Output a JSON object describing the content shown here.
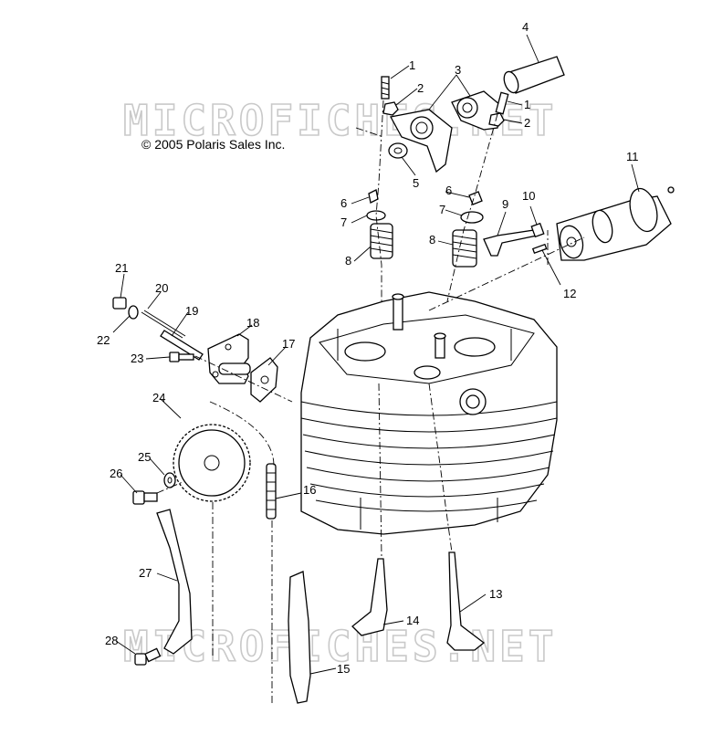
{
  "copyright": "© 2005 Polaris Sales Inc.",
  "watermark": "MICROFICHES.NET",
  "callouts": {
    "c1a": "1",
    "c1b": "1",
    "c2a": "2",
    "c2b": "2",
    "c3": "3",
    "c4": "4",
    "c5": "5",
    "c6a": "6",
    "c6b": "6",
    "c7a": "7",
    "c7b": "7",
    "c8a": "8",
    "c8b": "8",
    "c9": "9",
    "c10": "10",
    "c11": "11",
    "c12": "12",
    "c13": "13",
    "c14": "14",
    "c15": "15",
    "c16": "16",
    "c17": "17",
    "c18": "18",
    "c19": "19",
    "c20": "20",
    "c21": "21",
    "c22": "22",
    "c23": "23",
    "c24": "24",
    "c25": "25",
    "c26": "26",
    "c27": "27",
    "c28": "28"
  }
}
